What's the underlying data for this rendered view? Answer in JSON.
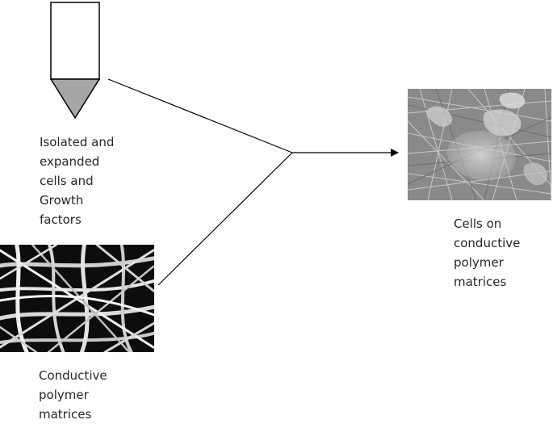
{
  "labels": {
    "cells_growth": [
      "Isolated and",
      "expanded",
      "cells and",
      "Growth",
      "factors"
    ],
    "conductive_polymer": [
      "Conductive",
      "polymer",
      "matrices"
    ],
    "cells_on_matrices": [
      "Cells on",
      "conductive",
      "polymer",
      "matrices"
    ]
  },
  "icons": {
    "pipette": "pipette-tip-icon",
    "fiber_image": "fiber-mesh-micrograph",
    "cells_image": "cells-on-fiber-micrograph"
  },
  "colors": {
    "line": "#000000",
    "pipette_fill": "#a6a6a6",
    "text": "#262626"
  }
}
